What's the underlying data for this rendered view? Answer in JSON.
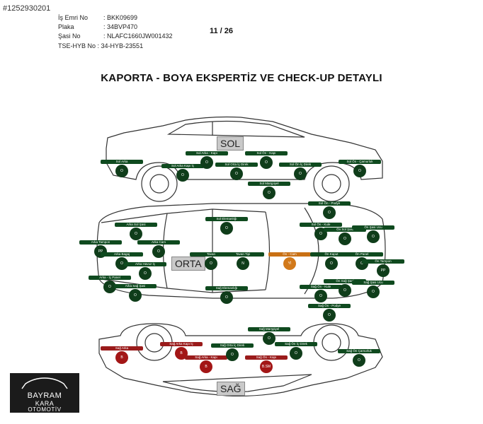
{
  "listing_id": "#1252930201",
  "info": [
    {
      "label": "İş Emri No",
      "value": ": BKK09699"
    },
    {
      "label": "Plaka",
      "value": ": 34BVP470"
    },
    {
      "label": "Şasi No",
      "value": ": NLAFC1660JW001432"
    },
    {
      "label": "TSE-HYB No",
      "value": ": 34-HYB-23551"
    }
  ],
  "page_number": "11 / 26",
  "title": "KAPORTA - BOYA EKSPERTİZ VE CHECK-UP DETAYLI",
  "sections": {
    "left": "SOL",
    "center": "ORTA",
    "right": "SAĞ"
  },
  "status_colors": {
    "original": "#0f3d1a",
    "painted": "#a31616",
    "local_paint": "#d2791a"
  },
  "parts": [
    {
      "label": "Sol Arka",
      "code": "O",
      "status": "original"
    },
    {
      "label": "Sol Arka Kapı İç",
      "code": "O",
      "status": "original"
    },
    {
      "label": "Sol Arka - Kapı",
      "code": "O",
      "status": "original"
    },
    {
      "label": "Sol Orta İç Direk",
      "code": "O",
      "status": "original"
    },
    {
      "label": "Sol Ön - Kapı",
      "code": "O",
      "status": "original"
    },
    {
      "label": "Sol Ön İç Direk",
      "code": "O",
      "status": "original"
    },
    {
      "label": "Sol Ön - Çamurluk",
      "code": "O",
      "status": "original"
    },
    {
      "label": "Sol Marşpiyel",
      "code": "O",
      "status": "original"
    },
    {
      "label": "Sol Ön - Podye",
      "code": "O",
      "status": "original"
    },
    {
      "label": "Arka Sol Şasi",
      "code": "O",
      "status": "original"
    },
    {
      "label": "Sol Elemanlığı",
      "code": "O",
      "status": "original"
    },
    {
      "label": "Sol Ön - Kule",
      "code": "O",
      "status": "original"
    },
    {
      "label": "Ön Sol Şasi",
      "code": "O",
      "status": "original"
    },
    {
      "label": "Ön Şasi Ucu",
      "code": "O",
      "status": "original"
    },
    {
      "label": "Arka Tampon",
      "code": "PP",
      "status": "original"
    },
    {
      "label": "Arka Cam",
      "code": "O",
      "status": "original"
    },
    {
      "label": "Arka Bagaj",
      "code": "O",
      "status": "original"
    },
    {
      "label": "Arka Havuz İç",
      "code": "O",
      "status": "original"
    },
    {
      "label": "Tavan",
      "code": "O",
      "status": "original"
    },
    {
      "label": "Tavan Tipi",
      "code": "N",
      "status": "original"
    },
    {
      "label": "Ön - Cam",
      "code": "Yİ",
      "status": "local_paint"
    },
    {
      "label": "Ön Kaput",
      "code": "O",
      "status": "original"
    },
    {
      "label": "Ön Panel",
      "code": "O",
      "status": "original"
    },
    {
      "label": "Ön Tampon",
      "code": "PP",
      "status": "original"
    },
    {
      "label": "Arka - İç Panel",
      "code": "O",
      "status": "original"
    },
    {
      "label": "Arka Sağ Şasi",
      "code": "O",
      "status": "original"
    },
    {
      "label": "Sağ Elemanlığı",
      "code": "O",
      "status": "original"
    },
    {
      "label": "Sağ Ön - Kule",
      "code": "O",
      "status": "original"
    },
    {
      "label": "Ön Sağ Şasi",
      "code": "O",
      "status": "original"
    },
    {
      "label": "Sağ Şasi Ucu",
      "code": "O",
      "status": "original"
    },
    {
      "label": "Sağ Ön - Podye",
      "code": "O",
      "status": "original"
    },
    {
      "label": "Sağ Marşpiyel",
      "code": "O",
      "status": "original"
    },
    {
      "label": "Sağ Arka",
      "code": "B",
      "status": "painted"
    },
    {
      "label": "Sağ Arka Kapı İç",
      "code": "B",
      "status": "painted"
    },
    {
      "label": "Sağ Arka - Kapı",
      "code": "B",
      "status": "painted"
    },
    {
      "label": "Sağ Orta İç Direk",
      "code": "O",
      "status": "original"
    },
    {
      "label": "Sağ Ön - Kapı",
      "code": "B.SM",
      "status": "painted"
    },
    {
      "label": "Sağ Ön İç Direk",
      "code": "O",
      "status": "original"
    },
    {
      "label": "Sağ Ön Çamurluk",
      "code": "O",
      "status": "original"
    }
  ],
  "logo": {
    "line1": "BAYRAM",
    "line2": "KARA",
    "line3": "OTOMOTİV"
  }
}
